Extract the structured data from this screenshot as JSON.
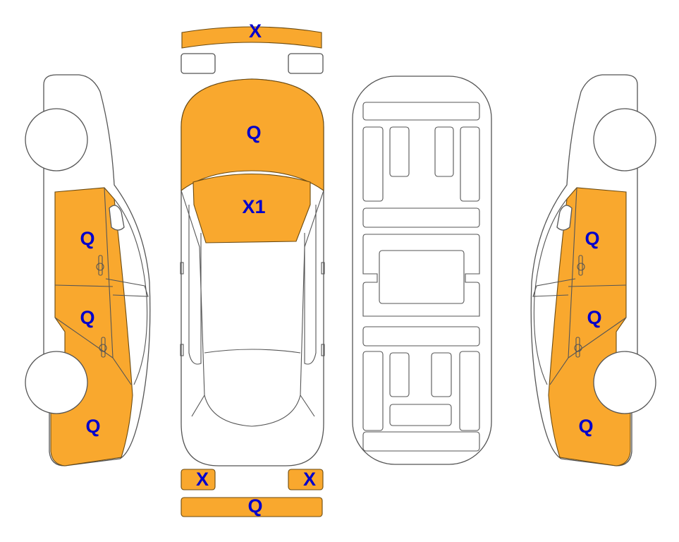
{
  "colors": {
    "damage": "#f9a82e",
    "label": "#0000cc",
    "outline": "#555555"
  },
  "top_view": {
    "front_bumper": "X",
    "hood": "Q",
    "windshield": "X1",
    "rear_light_left": "X",
    "rear_light_right": "X",
    "rear_bumper": "Q"
  },
  "left_side": {
    "front_door": "Q",
    "rear_door": "Q",
    "rear_fender": "Q"
  },
  "right_side": {
    "front_door": "Q",
    "rear_door": "Q",
    "rear_fender": "Q"
  }
}
